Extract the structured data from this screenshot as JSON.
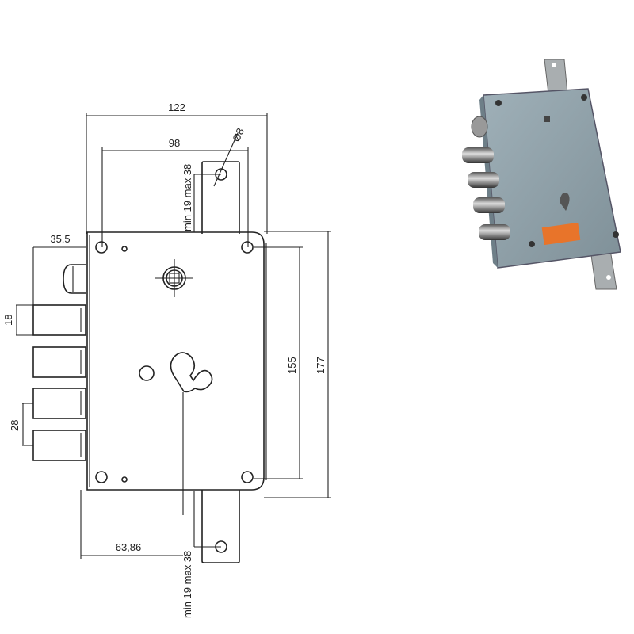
{
  "drawing": {
    "dimensions": {
      "overall_width": "122",
      "hole_spacing_width": "98",
      "hole_diameter": "Ø8",
      "strike_top_range": "min 19 max 38",
      "strike_bottom_range": "min 19 max 38",
      "backset_latch": "35,5",
      "bolt_height": "18",
      "bolt_pitch": "28",
      "hole_spacing_height": "155",
      "overall_height": "177",
      "keyhole_offset": "63,86"
    }
  },
  "photo": {
    "plate_color": "#8d9ea6",
    "label_color": "#e8742a"
  }
}
